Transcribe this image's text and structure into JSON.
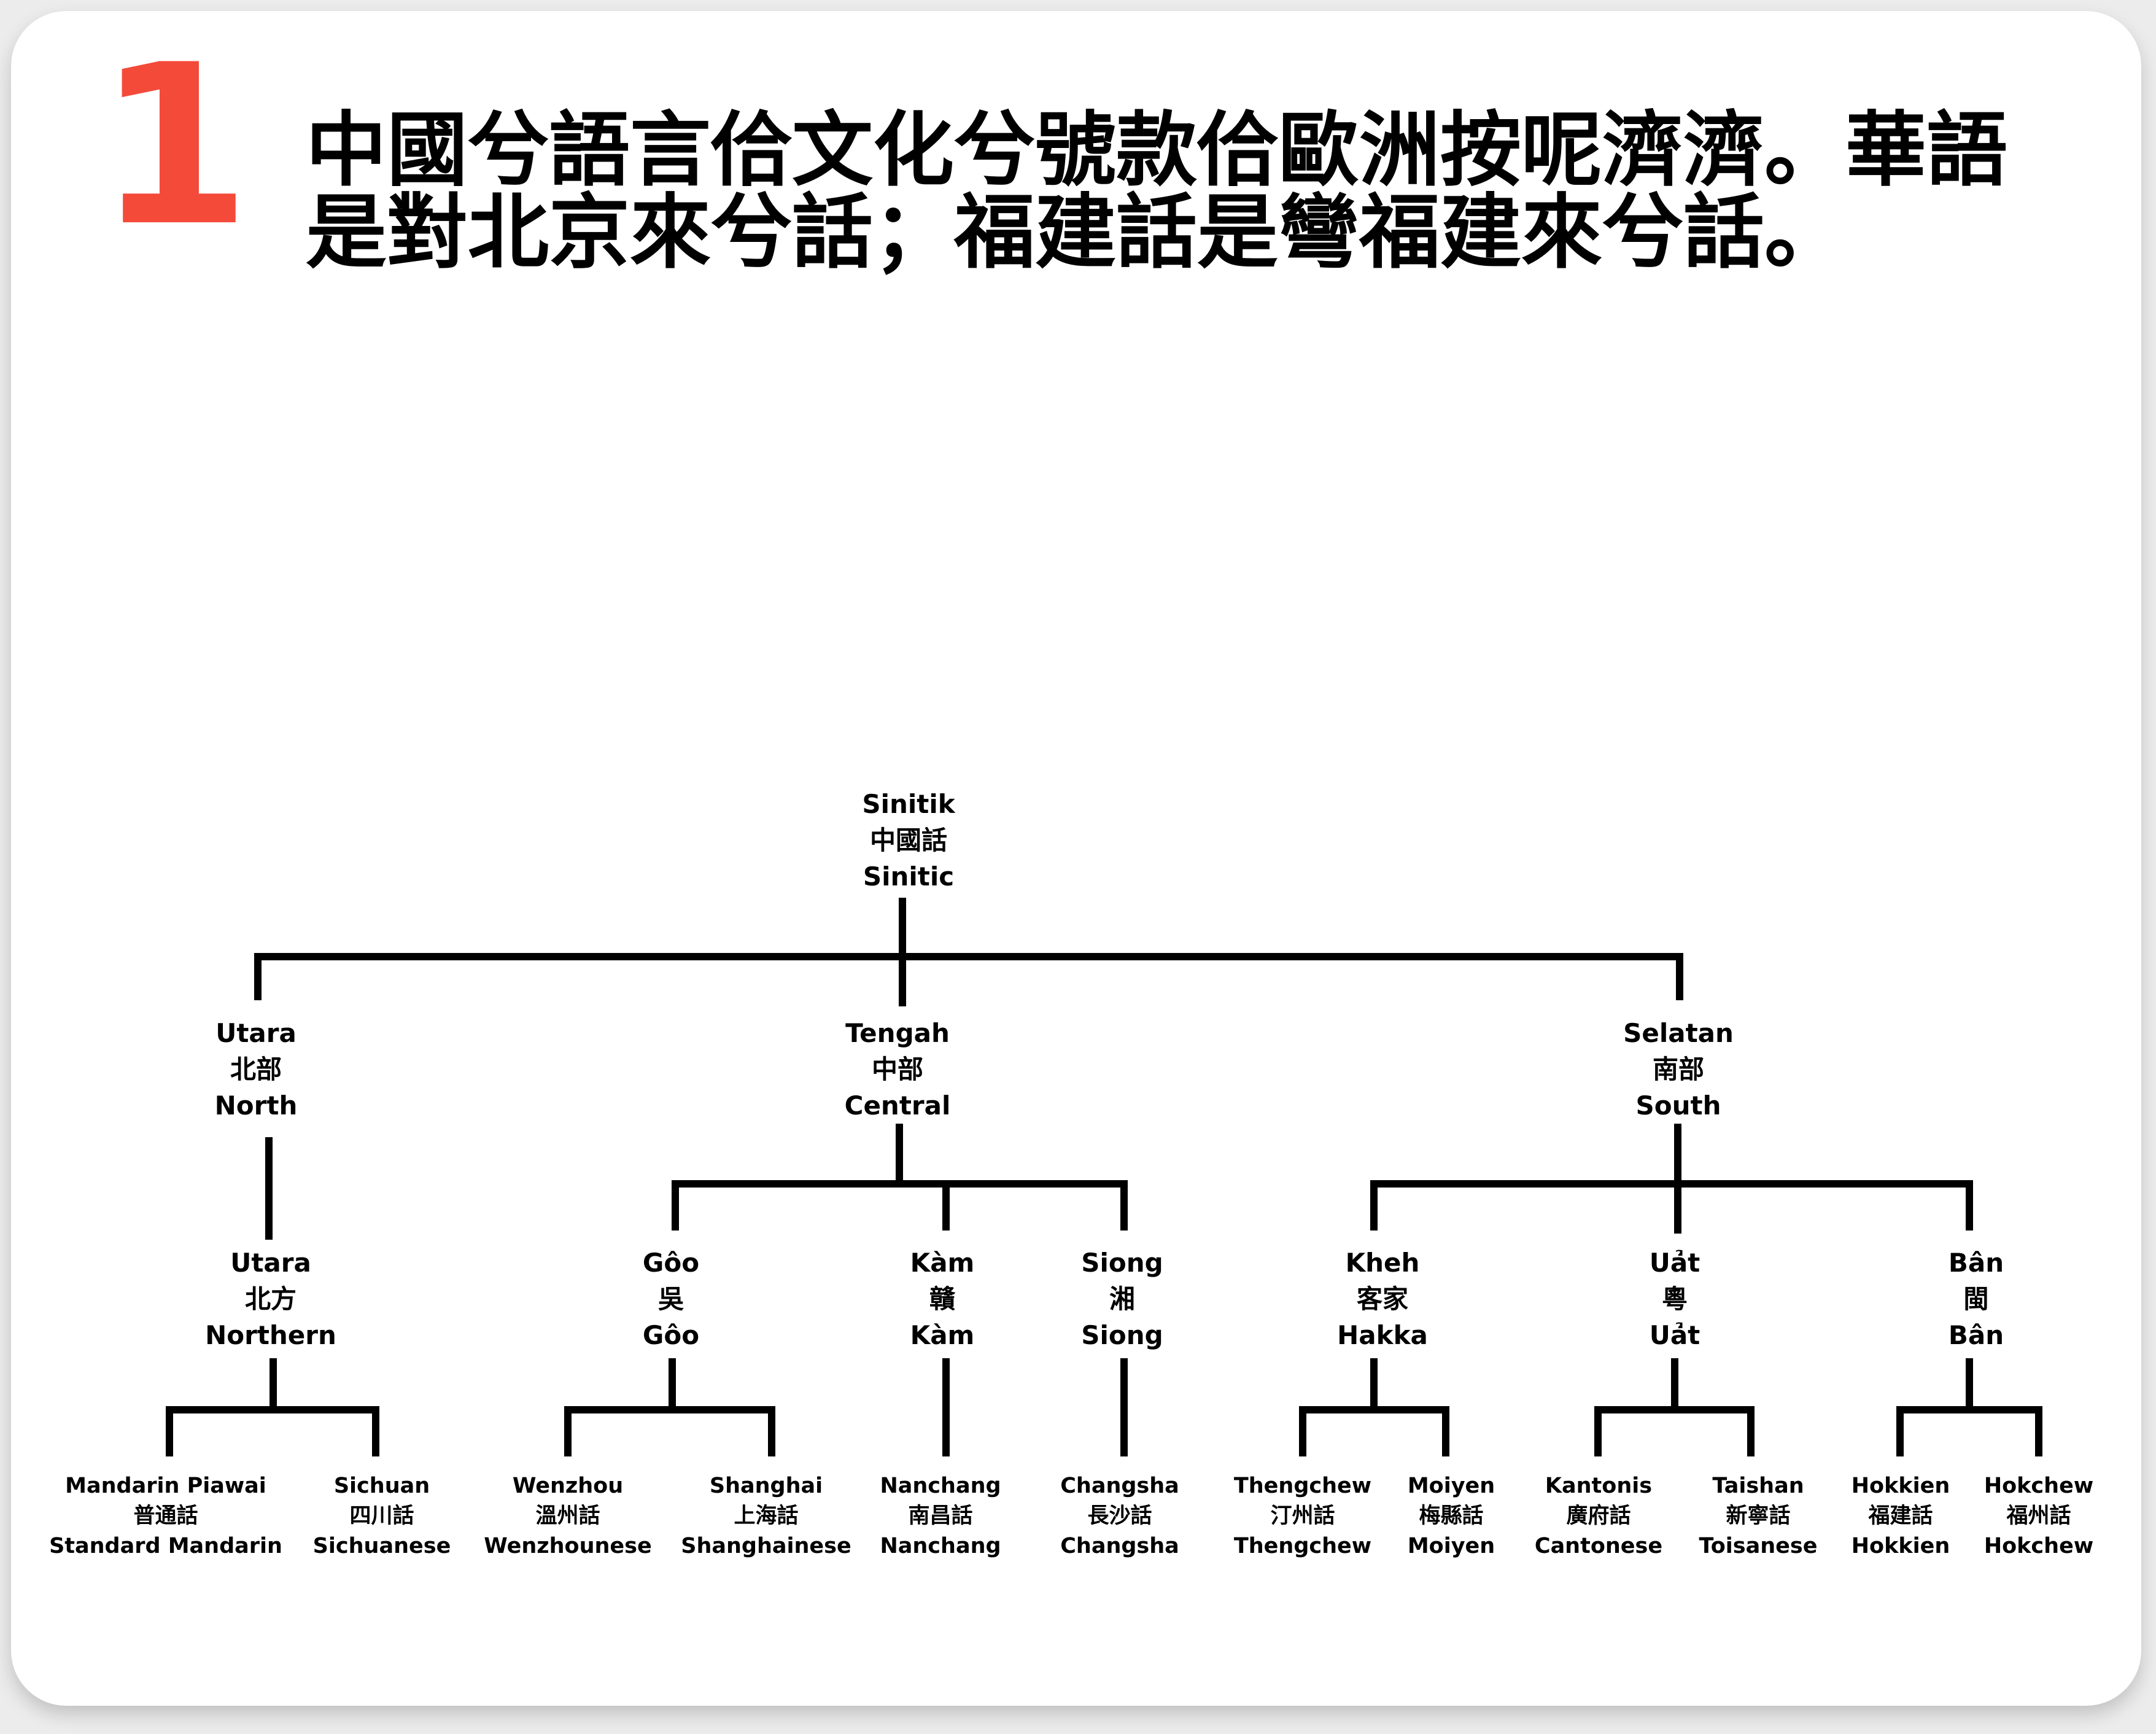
{
  "slide": {
    "number": "1",
    "title_lines": [
      "中國兮語言佮文化兮號款佮歐洲按呢濟濟。華語",
      "是對北京來兮話；福建話是彎福建來兮話。"
    ]
  },
  "tree": {
    "root": {
      "latin": "Sinitik",
      "han": "中國話",
      "english": "Sinitic"
    },
    "branches": [
      {
        "latin": "Utara",
        "han": "北部",
        "english": "North"
      },
      {
        "latin": "Tengah",
        "han": "中部",
        "english": "Central"
      },
      {
        "latin": "Selatan",
        "han": "南部",
        "english": "South"
      }
    ],
    "groups": [
      {
        "latin": "Utara",
        "han": "北方",
        "english": "Northern"
      },
      {
        "latin": "Gôo",
        "han": "吳",
        "english": "Gôo"
      },
      {
        "latin": "Kàm",
        "han": "贛",
        "english": "Kàm"
      },
      {
        "latin": "Siong",
        "han": "湘",
        "english": "Siong"
      },
      {
        "latin": "Kheh",
        "han": "客家",
        "english": "Hakka"
      },
      {
        "latin": "Uả̍t",
        "han": "粵",
        "english": "Uả̍t"
      },
      {
        "latin": "Bân",
        "han": "閩",
        "english": "Bân"
      }
    ],
    "varieties": [
      {
        "latin": "Mandarin Piawai",
        "han": "普通話",
        "english": "Standard Mandarin"
      },
      {
        "latin": "Sichuan",
        "han": "四川話",
        "english": "Sichuanese"
      },
      {
        "latin": "Wenzhou",
        "han": "溫州話",
        "english": "Wenzhounese"
      },
      {
        "latin": "Shanghai",
        "han": "上海話",
        "english": "Shanghainese"
      },
      {
        "latin": "Nanchang",
        "han": "南昌話",
        "english": "Nanchang"
      },
      {
        "latin": "Changsha",
        "han": "長沙話",
        "english": "Changsha"
      },
      {
        "latin": "Thengchew",
        "han": "汀州話",
        "english": "Thengchew"
      },
      {
        "latin": "Moiyen",
        "han": "梅縣話",
        "english": "Moiyen"
      },
      {
        "latin": "Kantonis",
        "han": "廣府話",
        "english": "Cantonese"
      },
      {
        "latin": "Taishan",
        "han": "新寧話",
        "english": "Toisanese"
      },
      {
        "latin": "Hokkien",
        "han": "福建話",
        "english": "Hokkien"
      },
      {
        "latin": "Hokchew",
        "han": "福州話",
        "english": "Hokchew"
      }
    ]
  },
  "colors": {
    "accent": "#f44a3a",
    "text": "#000000",
    "card": "#ffffff",
    "background": "#ececec"
  }
}
